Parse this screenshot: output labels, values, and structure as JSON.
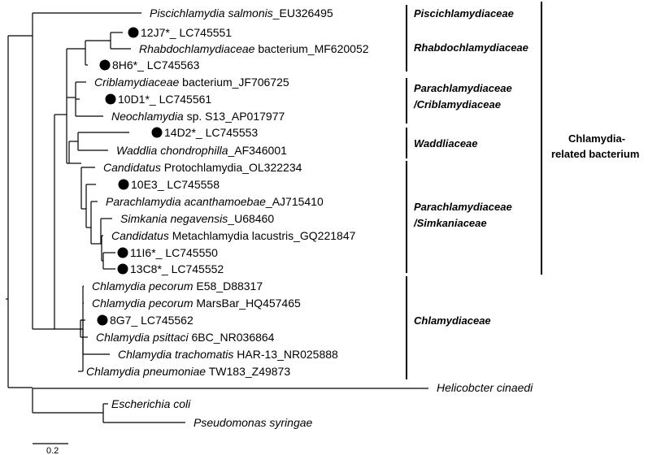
{
  "leaves": [
    {
      "id": "l1",
      "parts": [
        {
          "t": "Piscichlamydia salmonis",
          "i": true
        },
        {
          "t": "_EU326495",
          "i": false
        }
      ],
      "dot": false
    },
    {
      "id": "l2",
      "parts": [
        {
          "t": "12J7*_ LC745551",
          "i": false
        }
      ],
      "dot": true
    },
    {
      "id": "l3",
      "parts": [
        {
          "t": "Rhabdochlamydiaceae",
          "i": true
        },
        {
          "t": " bacterium_MF620052",
          "i": false
        }
      ],
      "dot": false
    },
    {
      "id": "l4",
      "parts": [
        {
          "t": "8H6*_ LC745563",
          "i": false
        }
      ],
      "dot": true
    },
    {
      "id": "l5",
      "parts": [
        {
          "t": "Criblamydiaceae",
          "i": true
        },
        {
          "t": " bacterium_JF706725",
          "i": false
        }
      ],
      "dot": false
    },
    {
      "id": "l6",
      "parts": [
        {
          "t": "10D1*_ LC745561",
          "i": false
        }
      ],
      "dot": true
    },
    {
      "id": "l7",
      "parts": [
        {
          "t": "Neochlamydia",
          "i": true
        },
        {
          "t": " sp. S13_AP017977",
          "i": false
        }
      ],
      "dot": false
    },
    {
      "id": "l8",
      "parts": [
        {
          "t": "14D2*_ LC745553",
          "i": false
        }
      ],
      "dot": true
    },
    {
      "id": "l9",
      "parts": [
        {
          "t": "Waddlia chondrophilla",
          "i": true
        },
        {
          "t": "_AF346001",
          "i": false
        }
      ],
      "dot": false
    },
    {
      "id": "l10",
      "parts": [
        {
          "t": "Candidatus",
          "i": true
        },
        {
          "t": " Protochlamydia_OL322234",
          "i": false
        }
      ],
      "dot": false
    },
    {
      "id": "l11",
      "parts": [
        {
          "t": "10E3_ LC745558",
          "i": false
        }
      ],
      "dot": true
    },
    {
      "id": "l12",
      "parts": [
        {
          "t": "Parachlamydia acanthamoebae",
          "i": true
        },
        {
          "t": "_AJ715410",
          "i": false
        }
      ],
      "dot": false
    },
    {
      "id": "l13",
      "parts": [
        {
          "t": "Simkania negavensis",
          "i": true
        },
        {
          "t": "_U68460",
          "i": false
        }
      ],
      "dot": false
    },
    {
      "id": "l14",
      "parts": [
        {
          "t": "Candidatus",
          "i": true
        },
        {
          "t": " Metachlamydia lacustris_GQ221847",
          "i": false
        }
      ],
      "dot": false
    },
    {
      "id": "l15",
      "parts": [
        {
          "t": "11I6*_ LC745550",
          "i": false
        }
      ],
      "dot": true
    },
    {
      "id": "l16",
      "parts": [
        {
          "t": "13C8*_ LC745552",
          "i": false
        }
      ],
      "dot": true
    },
    {
      "id": "l17",
      "parts": [
        {
          "t": "Chlamydia pecorum",
          "i": true
        },
        {
          "t": " E58_D88317",
          "i": false
        }
      ],
      "dot": false
    },
    {
      "id": "l18",
      "parts": [
        {
          "t": "Chlamydia pecorum",
          "i": true
        },
        {
          "t": " MarsBar_HQ457465",
          "i": false
        }
      ],
      "dot": false
    },
    {
      "id": "l19",
      "parts": [
        {
          "t": "8G7_ LC745562",
          "i": false
        }
      ],
      "dot": true
    },
    {
      "id": "l20",
      "parts": [
        {
          "t": "Chlamydia psittaci",
          "i": true
        },
        {
          "t": " 6BC_NR036864",
          "i": false
        }
      ],
      "dot": false
    },
    {
      "id": "l21",
      "parts": [
        {
          "t": "Chlamydia trachomatis",
          "i": true
        },
        {
          "t": " HAR-13_NR025888",
          "i": false
        }
      ],
      "dot": false
    },
    {
      "id": "l22",
      "parts": [
        {
          "t": "Chlamydia pneumoniae",
          "i": true
        },
        {
          "t": " TW183_Z49873",
          "i": false
        }
      ],
      "dot": false
    },
    {
      "id": "l23",
      "parts": [
        {
          "t": "Helicobcter cinaedi",
          "i": true
        }
      ],
      "dot": false
    },
    {
      "id": "l24",
      "parts": [
        {
          "t": "Escherichia coli",
          "i": true
        }
      ],
      "dot": false
    },
    {
      "id": "l25",
      "parts": [
        {
          "t": "Pseudomonas syringae",
          "i": true
        }
      ],
      "dot": false
    }
  ],
  "families": [
    {
      "id": "f1",
      "lines": [
        "Piscichlamydiaceae"
      ]
    },
    {
      "id": "f2",
      "lines": [
        "Rhabdochlamydiaceae"
      ]
    },
    {
      "id": "f3",
      "lines": [
        "Parachlamydiaceae",
        "/Criblamydiaceae"
      ]
    },
    {
      "id": "f4",
      "lines": [
        "Waddliaceae"
      ]
    },
    {
      "id": "f5",
      "lines": [
        "Parachlamydiaceae",
        "/Simkaniaceae"
      ]
    },
    {
      "id": "f6",
      "lines": [
        "Chlamydiaceae"
      ]
    }
  ],
  "group_label": {
    "lines": [
      "Chlamydia-",
      "related bacterium"
    ]
  },
  "scale_bar": {
    "label": "0.2"
  }
}
